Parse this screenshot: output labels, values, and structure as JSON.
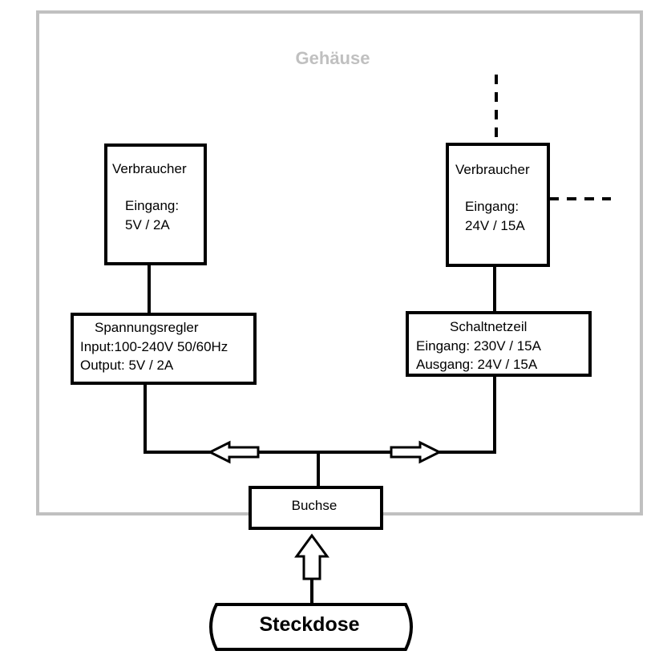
{
  "housing": {
    "label": "Gehäuse",
    "border_color": "#c0c0c0"
  },
  "consumer_left": {
    "title": "Verbraucher",
    "input_label": "Eingang:",
    "input_value": "5V / 2A"
  },
  "consumer_right": {
    "title": "Verbraucher",
    "input_label": "Eingang:",
    "input_value": "24V / 15A"
  },
  "voltage_regulator": {
    "title": "Spannungsregler",
    "line1": "Input:100-240V 50/60Hz",
    "line2": "Output: 5V / 2A"
  },
  "switching_psu": {
    "title": "Schaltnetzeil",
    "line1": "Eingang: 230V / 15A",
    "line2": "Ausgang: 24V / 15A"
  },
  "socket_jack": {
    "label": "Buchse"
  },
  "wall_outlet": {
    "label": "Steckdose"
  },
  "colors": {
    "line": "#000000",
    "housing_label": "#c0c0c0"
  }
}
